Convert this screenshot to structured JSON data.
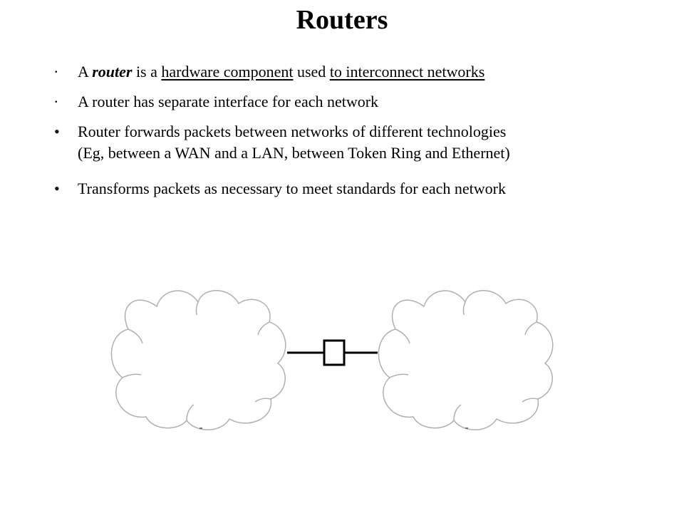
{
  "slide": {
    "title": "Routers"
  },
  "bullets": [
    {
      "mark": "∙",
      "parts": [
        {
          "text": "A ",
          "style": "plain"
        },
        {
          "text": "router",
          "style": "bold-italic"
        },
        {
          "text": " is a ",
          "style": "plain"
        },
        {
          "text": "hardware component",
          "style": "underline"
        },
        {
          "text": " used ",
          "style": "plain"
        },
        {
          "text": "to interconnect networks",
          "style": "underline"
        }
      ]
    },
    {
      "mark": "∙",
      "text": "A router has separate interface for each network"
    },
    {
      "mark": "•",
      "line1": "Router forwards packets between networks of different technologies",
      "line2": "(Eg, between a WAN and a LAN, between Token Ring and Ethernet)"
    },
    {
      "mark": "•",
      "text": "Transforms packets as necessary to meet standards for each network"
    }
  ],
  "diagram": {
    "cloud_stroke": "#b0b0b0",
    "link_stroke": "#000000",
    "left_network": "cloud",
    "router": "box",
    "right_network": "cloud"
  }
}
